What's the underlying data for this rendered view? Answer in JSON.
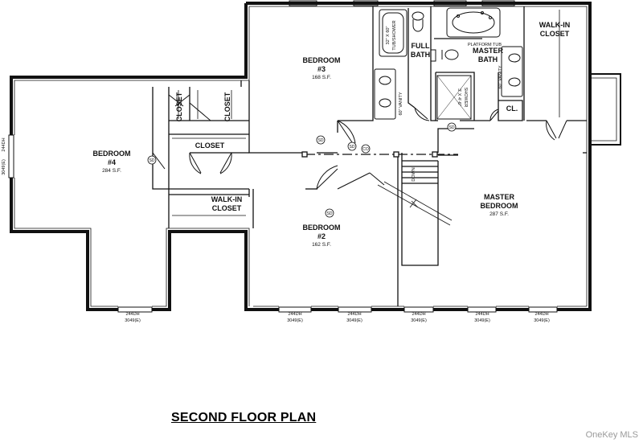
{
  "title": "SECOND FLOOR PLAN",
  "watermark": "OneKey MLS",
  "rooms": {
    "bedroom3": {
      "name": "BEDROOM",
      "number": "#3",
      "area": "168 S.F."
    },
    "bedroom4": {
      "name": "BEDROOM",
      "number": "#4",
      "area": "284 S.F."
    },
    "bedroom2": {
      "name": "BEDROOM",
      "number": "#2",
      "area": "162 S.F."
    },
    "master_bedroom": {
      "name": "MASTER",
      "name2": "BEDROOM",
      "area": "287 S.F."
    },
    "full_bath": {
      "line1": "FULL",
      "line2": "BATH"
    },
    "master_bath": {
      "line1": "MASTER",
      "line2": "BATH"
    },
    "walkin_master": {
      "line1": "WALK-IN",
      "line2": "CLOSET"
    },
    "walkin_hall": {
      "line1": "WALK-IN",
      "line2": "CLOSET"
    },
    "closet_a": "CLOSET",
    "closet_b": "CLOSET",
    "closet_hall": "CLOSET",
    "closet_cl": "CL."
  },
  "fixtures": {
    "tub_shower_1": "32\" X 60\"",
    "tub_shower_2": "TUB/SHOWER",
    "platform_tub": "PLATFORM TUB",
    "vanity_full": "60\" VANITY",
    "vanity_master": "60\" VANITY",
    "shower_1": "SHOWER",
    "shower_2": "3' X 4'-6\"",
    "down": "DOWN"
  },
  "markers": {
    "sd": "SD",
    "co": "CO"
  },
  "windows": {
    "code1": "244DH",
    "code2": "3049(E)",
    "side1": "244DH",
    "side2": "3049(E)"
  }
}
